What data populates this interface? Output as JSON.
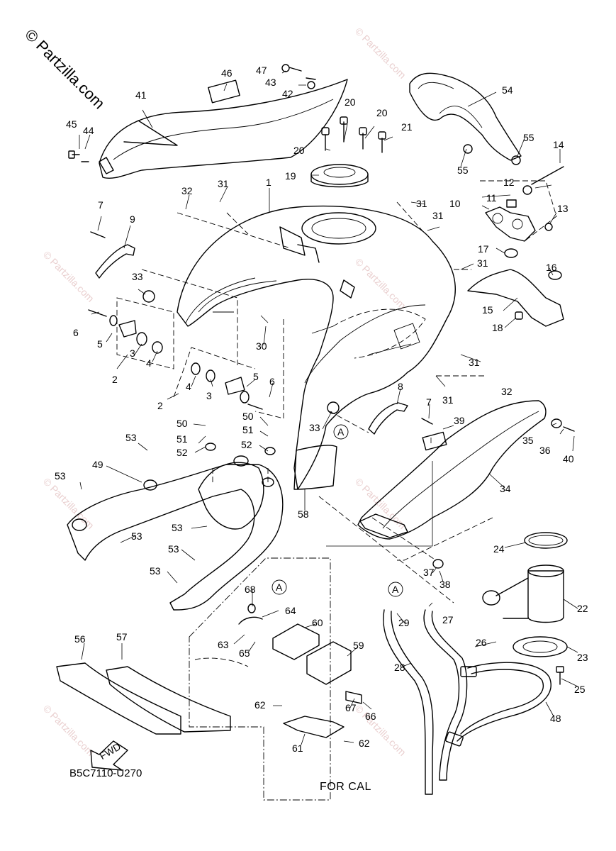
{
  "copyright": "© Partzilla.com",
  "watermark": "© Partzilla.com",
  "reference_code": "B5C7110-U270",
  "box_label": "FOR CAL",
  "fwd_arrow_label": "FWD",
  "callout_label": "A",
  "part_labels": {
    "p1": "1",
    "p2a": "2",
    "p2b": "2",
    "p3a": "3",
    "p3b": "3",
    "p4a": "4",
    "p4b": "4",
    "p5a": "5",
    "p5b": "5",
    "p6a": "6",
    "p6b": "6",
    "p7a": "7",
    "p7b": "7",
    "p8": "8",
    "p9": "9",
    "p10": "10",
    "p11": "11",
    "p12": "12",
    "p13": "13",
    "p14": "14",
    "p15": "15",
    "p16": "16",
    "p17": "17",
    "p18": "18",
    "p19": "19",
    "p20a": "20",
    "p20b": "20",
    "p20c": "20",
    "p21": "21",
    "p22": "22",
    "p23": "23",
    "p24": "24",
    "p25": "25",
    "p26": "26",
    "p27": "27",
    "p28": "28",
    "p29": "29",
    "p30": "30",
    "p31a": "31",
    "p31b": "31",
    "p31c": "31",
    "p31d": "31",
    "p31e": "31",
    "p31f": "31",
    "p32a": "32",
    "p32b": "32",
    "p33a": "33",
    "p33b": "33",
    "p34": "34",
    "p35": "35",
    "p36": "36",
    "p37": "37",
    "p38": "38",
    "p39": "39",
    "p40": "40",
    "p41": "41",
    "p42": "42",
    "p43": "43",
    "p44": "44",
    "p45": "45",
    "p46": "46",
    "p47": "47",
    "p48": "48",
    "p49": "49",
    "p50a": "50",
    "p50b": "50",
    "p51a": "51",
    "p51b": "51",
    "p52a": "52",
    "p52b": "52",
    "p53a": "53",
    "p53b": "53",
    "p53c": "53",
    "p53d": "53",
    "p53e": "53",
    "p53f": "53",
    "p54": "54",
    "p55a": "55",
    "p55b": "55",
    "p56": "56",
    "p57": "57",
    "p58": "58",
    "p59": "59",
    "p60": "60",
    "p61": "61",
    "p62a": "62",
    "p62b": "62",
    "p63": "63",
    "p64": "64",
    "p65": "65",
    "p66": "66",
    "p67": "67",
    "p68": "68"
  }
}
